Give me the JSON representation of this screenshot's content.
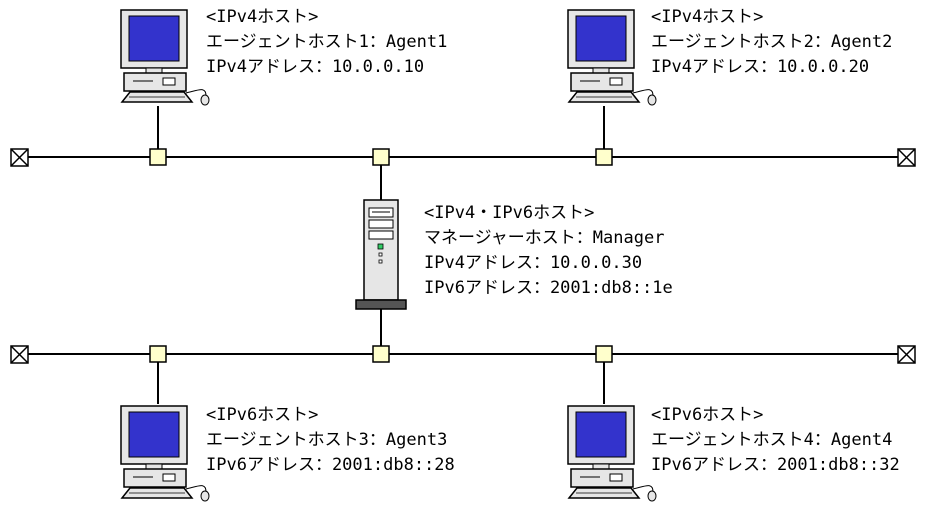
{
  "colors": {
    "line": "#000000",
    "connector_fill": "#ffffcc",
    "screen": "#3333cc",
    "monitor_body": "#e6e6e6",
    "tower_body": "#e6e6e6"
  },
  "networks": [
    {
      "name": "upper-lan"
    },
    {
      "name": "lower-lan"
    }
  ],
  "hosts": [
    {
      "id": "agent1",
      "icon": "desktop-pc-icon",
      "heading": "<IPv4ホスト>",
      "host_line": "エージェントホスト1：Agent1",
      "addr_lines": [
        "IPv4アドレス：10.0.0.10"
      ]
    },
    {
      "id": "agent2",
      "icon": "desktop-pc-icon",
      "heading": "<IPv4ホスト>",
      "host_line": "エージェントホスト2：Agent2",
      "addr_lines": [
        "IPv4アドレス：10.0.0.20"
      ]
    },
    {
      "id": "manager",
      "icon": "server-tower-icon",
      "heading": "<IPv4・IPv6ホスト>",
      "host_line": "マネージャーホスト：Manager",
      "addr_lines": [
        "IPv4アドレス：10.0.0.30",
        "IPv6アドレス：2001:db8::1e"
      ]
    },
    {
      "id": "agent3",
      "icon": "desktop-pc-icon",
      "heading": "<IPv6ホスト>",
      "host_line": "エージェントホスト3：Agent3",
      "addr_lines": [
        "IPv6アドレス：2001:db8::28"
      ]
    },
    {
      "id": "agent4",
      "icon": "desktop-pc-icon",
      "heading": "<IPv6ホスト>",
      "host_line": "エージェントホスト4：Agent4",
      "addr_lines": [
        "IPv6アドレス：2001:db8::32"
      ]
    }
  ]
}
